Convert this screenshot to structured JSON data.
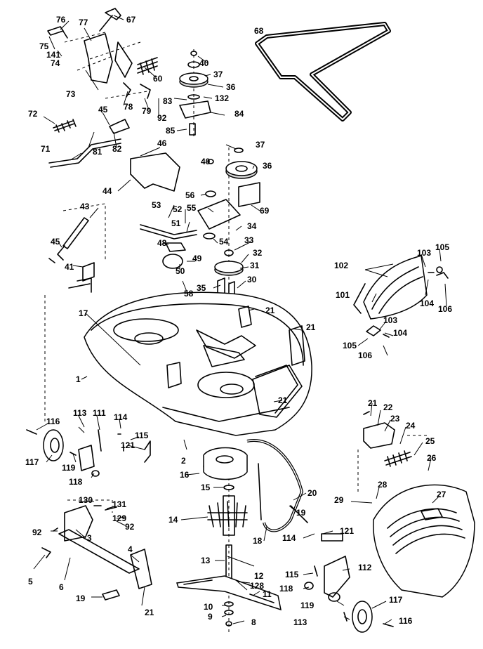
{
  "labels": {
    "p1": "1",
    "p2": "2",
    "p3": "3",
    "p4": "4",
    "p5": "5",
    "p6": "6",
    "p8": "8",
    "p9": "9",
    "p10": "10",
    "p11": "11",
    "p12": "12",
    "p13": "13",
    "p14": "14",
    "p15": "15",
    "p16": "16",
    "p17": "17",
    "p18": "18",
    "p19": "19",
    "p19b": "19",
    "p20": "20",
    "p21a": "21",
    "p21b": "21",
    "p21c": "21",
    "p21d": "21",
    "p21e": "21",
    "p21f": "21",
    "p22": "22",
    "p23": "23",
    "p24": "24",
    "p25": "25",
    "p26": "26",
    "p27": "27",
    "p28": "28",
    "p29": "29",
    "p30": "30",
    "p31": "31",
    "p32": "32",
    "p33": "33",
    "p34": "34",
    "p35": "35",
    "p36a": "36",
    "p36b": "36",
    "p37a": "37",
    "p37b": "37",
    "p40a": "40",
    "p40b": "40",
    "p41": "41",
    "p43": "43",
    "p44": "44",
    "p45a": "45",
    "p45b": "45",
    "p46": "46",
    "p48": "48",
    "p49": "49",
    "p50": "50",
    "p51": "51",
    "p52": "52",
    "p53": "53",
    "p54": "54",
    "p55": "55",
    "p56": "56",
    "p58": "58",
    "p60": "60",
    "p67": "67",
    "p68": "68",
    "p69": "69",
    "p71": "71",
    "p72": "72",
    "p73": "73",
    "p74": "74",
    "p75": "75",
    "p76": "76",
    "p77": "77",
    "p78": "78",
    "p79": "79",
    "p81": "81",
    "p82": "82",
    "p83": "83",
    "p84": "84",
    "p85": "85",
    "p92a": "92",
    "p92b": "92",
    "p92c": "92",
    "p101": "101",
    "p102": "102",
    "p103a": "103",
    "p103b": "103",
    "p104a": "104",
    "p104b": "104",
    "p105a": "105",
    "p105b": "105",
    "p106a": "106",
    "p106b": "106",
    "p111": "111",
    "p112": "112",
    "p113a": "113",
    "p113b": "113",
    "p114a": "114",
    "p114b": "114",
    "p115a": "115",
    "p115b": "115",
    "p116a": "116",
    "p116b": "116",
    "p117a": "117",
    "p117b": "117",
    "p118a": "118",
    "p118b": "118",
    "p119a": "119",
    "p119b": "119",
    "p121a": "121",
    "p121b": "121",
    "p128": "128",
    "p129": "129",
    "p130": "130",
    "p131": "131",
    "p132": "132",
    "p141": "141"
  }
}
